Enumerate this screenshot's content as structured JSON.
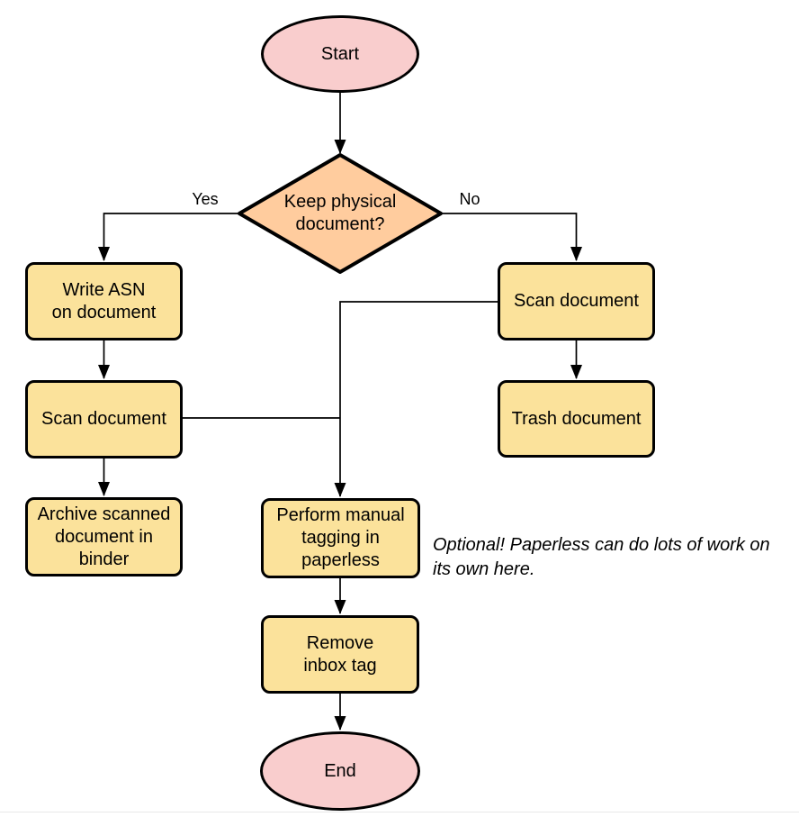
{
  "diagram": {
    "type": "flowchart",
    "colors": {
      "terminal_fill": "#F9CDCD",
      "decision_fill": "#FFCC9E",
      "process_fill": "#FBE29B",
      "stroke": "#000000"
    },
    "nodes": {
      "start": {
        "label": "Start",
        "shape": "ellipse"
      },
      "decision": {
        "label": [
          "Keep physical",
          "document?"
        ],
        "shape": "diamond"
      },
      "write_asn": {
        "label": [
          "Write ASN",
          "on document"
        ],
        "shape": "rect"
      },
      "scan_left": {
        "label": "Scan document",
        "shape": "rect"
      },
      "archive": {
        "label": [
          "Archive scanned",
          "document in",
          "binder"
        ],
        "shape": "rect"
      },
      "scan_right": {
        "label": "Scan document",
        "shape": "rect"
      },
      "trash": {
        "label": "Trash document",
        "shape": "rect"
      },
      "perform_tagging": {
        "label": [
          "Perform manual",
          "tagging in",
          "paperless"
        ],
        "shape": "rect"
      },
      "remove_inbox": {
        "label": [
          "Remove",
          "inbox tag"
        ],
        "shape": "rect"
      },
      "end": {
        "label": "End",
        "shape": "ellipse"
      }
    },
    "edge_labels": {
      "yes": "Yes",
      "no": "No"
    },
    "annotation": [
      "Optional! Paperless can do lots of work on",
      "its own here."
    ]
  }
}
